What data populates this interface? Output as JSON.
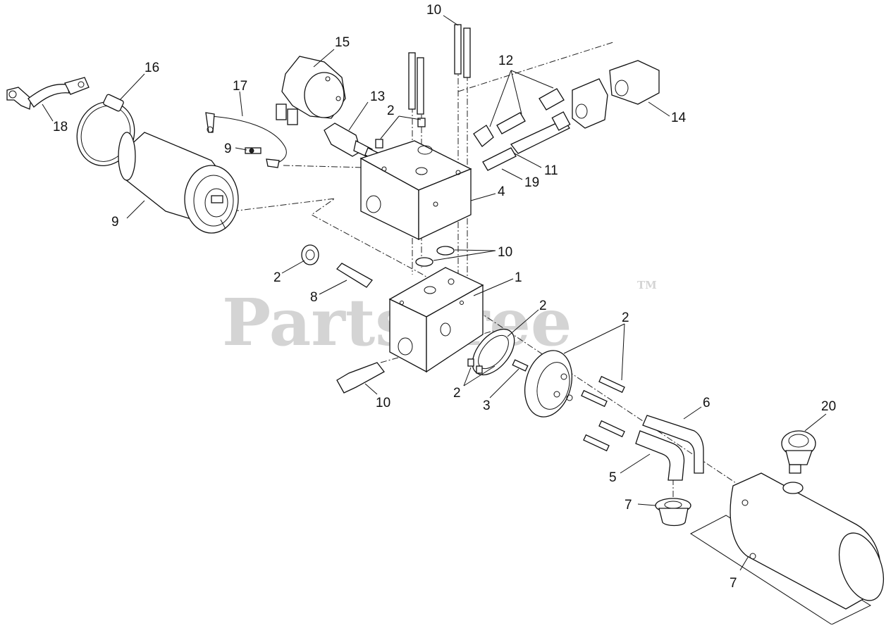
{
  "watermark": {
    "text": "PartsTree",
    "tm": "TM"
  },
  "callouts": {
    "c10_top": "10",
    "c12": "12",
    "c15": "15",
    "c16": "16",
    "c17": "17",
    "c13": "13",
    "c2_top": "2",
    "c14": "14",
    "c18": "18",
    "c9_small": "9",
    "c11": "11",
    "c19": "19",
    "c4": "4",
    "c9_motor": "9",
    "c10_orings": "10",
    "c2_seal": "2",
    "c1": "1",
    "c8": "8",
    "c2_gasket": "2",
    "c2_bolts": "2",
    "c2_lower": "2",
    "c3": "3",
    "c10_valve": "10",
    "c6": "6",
    "c20": "20",
    "c5": "5",
    "c7_fitting": "7",
    "c7_tank": "7"
  }
}
